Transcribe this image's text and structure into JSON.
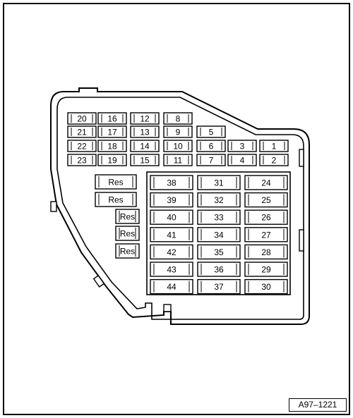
{
  "diagram": {
    "reference": "A97–1221",
    "fuse_rows_upper": [
      [
        "20",
        "16",
        "12",
        "8"
      ],
      [
        "21",
        "17",
        "13",
        "9",
        "5"
      ],
      [
        "22",
        "18",
        "14",
        "10",
        "6",
        "3",
        "1"
      ],
      [
        "23",
        "19",
        "15",
        "11",
        "7",
        "4",
        "2"
      ]
    ],
    "reserve_label": "Res",
    "reserve_count": 5,
    "fuse_columns_lower": [
      [
        "38",
        "39",
        "40",
        "41",
        "42",
        "43",
        "44"
      ],
      [
        "31",
        "32",
        "33",
        "34",
        "35",
        "36",
        "37"
      ],
      [
        "24",
        "25",
        "26",
        "27",
        "28",
        "29",
        "30"
      ]
    ]
  }
}
